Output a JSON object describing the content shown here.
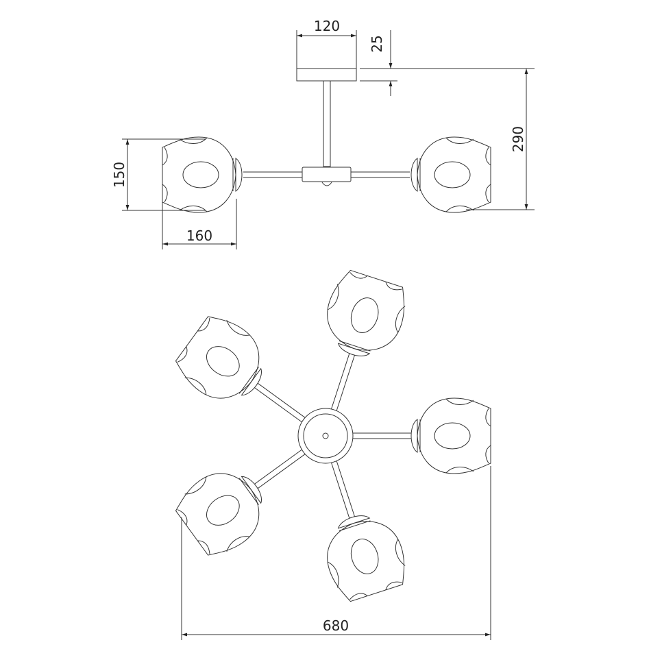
{
  "title": "Ceiling chandelier dimension drawing",
  "dimensions": {
    "canopy_width": "120",
    "canopy_height": "25",
    "total_height": "290",
    "shade_height": "150",
    "shade_length": "160",
    "total_width": "680"
  },
  "views": [
    "side-view",
    "top-view"
  ],
  "shade_count": 5,
  "colors": {
    "line": "#333333",
    "background": "#ffffff"
  }
}
